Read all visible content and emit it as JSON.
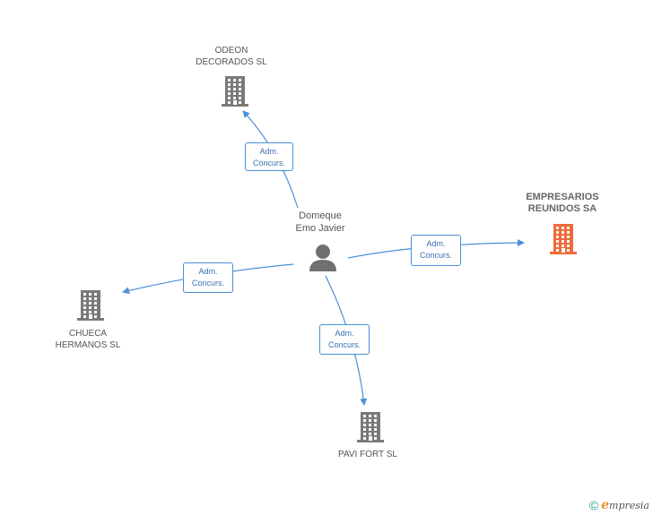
{
  "person": {
    "line1": "Domeque",
    "line2": "Emo Javier"
  },
  "companies": {
    "main": {
      "line1": "EMPRESARIOS",
      "line2": "REUNIDOS SA"
    },
    "odeon": {
      "line1": "ODEON",
      "line2": "DECORADOS SL"
    },
    "chueca": {
      "line1": "CHUECA",
      "line2": "HERMANOS  SL"
    },
    "pavi": {
      "line1": "PAVI FORT SL"
    }
  },
  "edges": {
    "odeon": {
      "l1": "Adm.",
      "l2": "Concurs."
    },
    "main": {
      "l1": "Adm.",
      "l2": "Concurs."
    },
    "chueca": {
      "l1": "Adm.",
      "l2": "Concurs."
    },
    "pavi": {
      "l1": "Adm.",
      "l2": "Concurs."
    }
  },
  "footer": {
    "copyright": "©",
    "brand_initial": "e",
    "brand_rest": "mpresia"
  },
  "colors": {
    "edge": "#4a8fd8",
    "building": "#7a7a7a",
    "main_building": "#f06a3a",
    "person": "#707070"
  }
}
